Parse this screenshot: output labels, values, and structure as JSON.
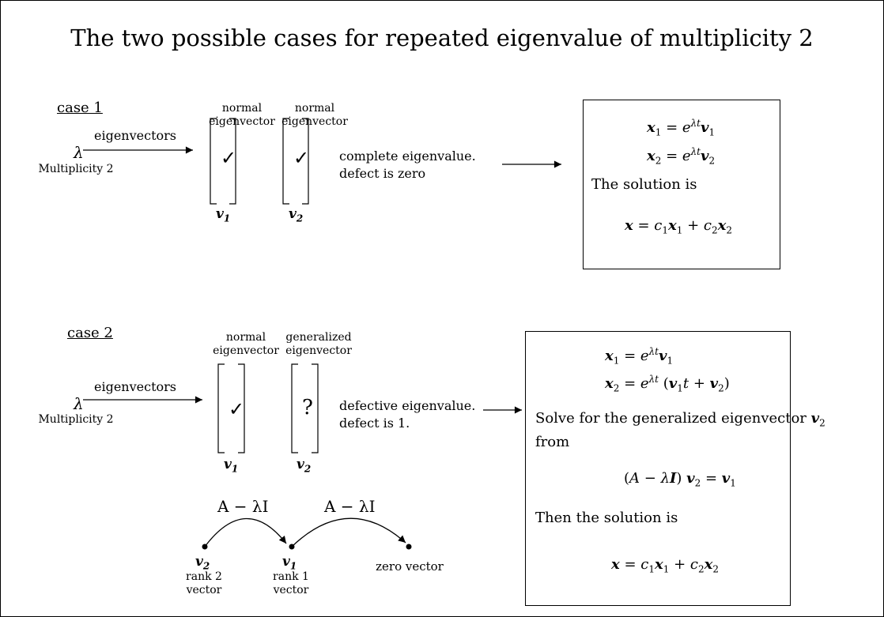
{
  "title": "The two possible cases for repeated eigenvalue of multiplicity 2",
  "case1": {
    "label": "case 1",
    "header1": [
      "normal",
      "eigenvector"
    ],
    "header2": [
      "normal",
      "eigenvector"
    ],
    "lambda": "λ",
    "multiplicity": "Multiplicity 2",
    "arrow_label": "eigenvectors",
    "entry1": "✓",
    "entry2": "✓",
    "v1": "v",
    "v1_sub": "1",
    "v2": "v",
    "v2_sub": "2",
    "desc": [
      "complete eigenvalue.",
      "defect is zero"
    ],
    "box": {
      "solution_text": "The solution is"
    }
  },
  "case2": {
    "label": "case 2",
    "header1": [
      "normal",
      "eigenvector"
    ],
    "header2": [
      "generalized",
      "eigenvector"
    ],
    "lambda": "λ",
    "multiplicity": "Multiplicity 2",
    "arrow_label": "eigenvectors",
    "entry1": "✓",
    "entry2": "?",
    "v1": "v",
    "v1_sub": "1",
    "v2": "v",
    "v2_sub": "2",
    "desc": [
      "defective eigenvalue.",
      "defect is 1."
    ],
    "chain": {
      "arc_label": "A − λI",
      "node1": {
        "name": "v",
        "sub": "2",
        "caption": [
          "rank 2",
          "vector"
        ]
      },
      "node2": {
        "name": "v",
        "sub": "1",
        "caption": [
          "rank 1",
          "vector"
        ]
      },
      "node3": {
        "caption": "zero vector"
      }
    },
    "box": {
      "solve_text": [
        "Solve for the generalized eigenvector",
        "from"
      ],
      "then_text": "Then the solution is"
    }
  }
}
